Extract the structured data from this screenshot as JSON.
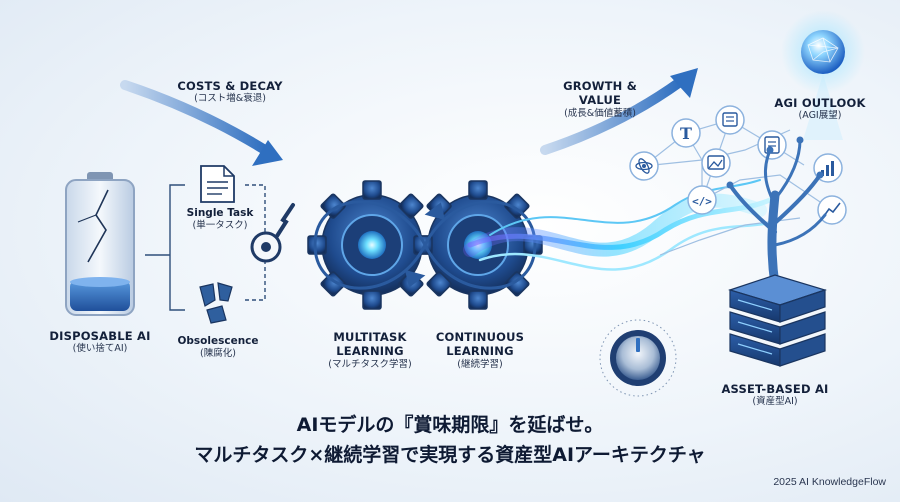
{
  "labels": {
    "costs_decay": "COSTS & DECAY",
    "costs_decay_ja": "(コスト増&衰退)",
    "growth_value": "GROWTH & VALUE",
    "growth_value_ja": "(成長&価値蓄積)",
    "agi_outlook": "AGI OUTLOOK",
    "agi_outlook_ja": "(AGI展望)",
    "single_task": "Single Task",
    "single_task_ja": "(単一タスク)",
    "obsolescence": "Obsolescence",
    "obsolescence_ja": "(陳腐化)",
    "disposable_ai": "DISPOSABLE AI",
    "disposable_ai_ja": "(使い捨てAI)",
    "multitask": "MULTITASK",
    "learning1": "LEARNING",
    "multitask_ja": "(マルチタスク学習)",
    "continuous": "CONTINUOUS",
    "learning2": "LEARNING",
    "continuous_ja": "(継続学習)",
    "asset_based_ai": "ASSET-BASED AI",
    "asset_based_ai_ja": "(資産型AI)"
  },
  "headline": {
    "line1": "AIモデルの『賞味期限』を延ばせ。",
    "line2": "マルチタスク×継続学習で実現する資産型AIアーキテクチャ"
  },
  "credit": "2025 AI KnowledgeFlow",
  "colors": {
    "accent_blue": "#2f6fc0",
    "dark_navy": "#1a3a70",
    "glow_cyan": "#5fd2f5",
    "text": "#13203a"
  }
}
